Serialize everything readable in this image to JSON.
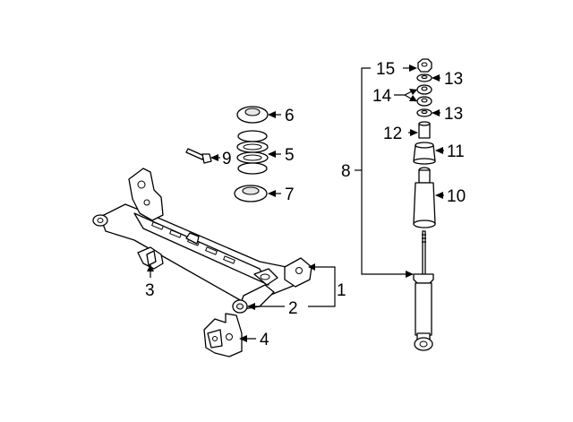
{
  "callouts": {
    "c1": "1",
    "c2": "2",
    "c3": "3",
    "c4": "4",
    "c5": "5",
    "c6": "6",
    "c7": "7",
    "c8": "8",
    "c9": "9",
    "c10": "10",
    "c11": "11",
    "c12": "12",
    "c13a": "13",
    "c13b": "13",
    "c14": "14",
    "c15": "15"
  },
  "colors": {
    "line": "#000000",
    "background": "#ffffff",
    "fill_light": "#e6e6e6"
  }
}
